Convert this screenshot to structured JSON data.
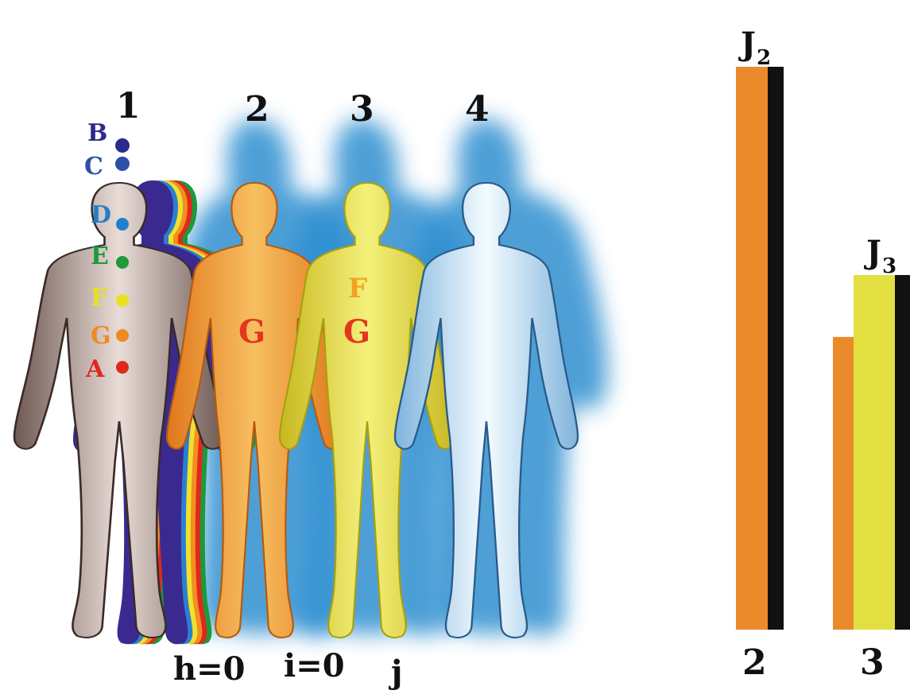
{
  "figures": [
    {
      "number": "1"
    },
    {
      "number": "2"
    },
    {
      "number": "3"
    },
    {
      "number": "4"
    }
  ],
  "chakras": [
    {
      "letter": "B",
      "color": "#2b2a8f"
    },
    {
      "letter": "C",
      "color": "#2d4fa8"
    },
    {
      "letter": "D",
      "color": "#1f7fcc"
    },
    {
      "letter": "E",
      "color": "#1c9a3c"
    },
    {
      "letter": "F",
      "color": "#e8e020"
    },
    {
      "letter": "G",
      "color": "#ee8a22"
    },
    {
      "letter": "A",
      "color": "#e0281c"
    }
  ],
  "body_labels": {
    "figure2": "G",
    "figure3_top": "F",
    "figure3_bottom": "G"
  },
  "bottom_labels": {
    "h": "h=0",
    "i": "i=0",
    "j": "j"
  },
  "bar_groups": [
    {
      "title": "J",
      "subscript": "2",
      "category": "2",
      "bars": [
        {
          "color": "#ea8a2a",
          "value": 1.0
        },
        {
          "color": "#111111",
          "value": 1.0
        }
      ]
    },
    {
      "title": "J",
      "subscript": "3",
      "category": "3",
      "bars": [
        {
          "color": "#ea8a2a",
          "value": 0.52
        },
        {
          "color": "#e2e040",
          "value": 0.63
        },
        {
          "color": "#111111",
          "value": 0.63
        }
      ]
    }
  ],
  "colors": {
    "aura_blue": "#2f8fd0",
    "skin_brown": "#9a8078",
    "orange_body": "#f0a23a",
    "yellow_body": "#e8e040",
    "pale_body": "#dff0fa"
  }
}
